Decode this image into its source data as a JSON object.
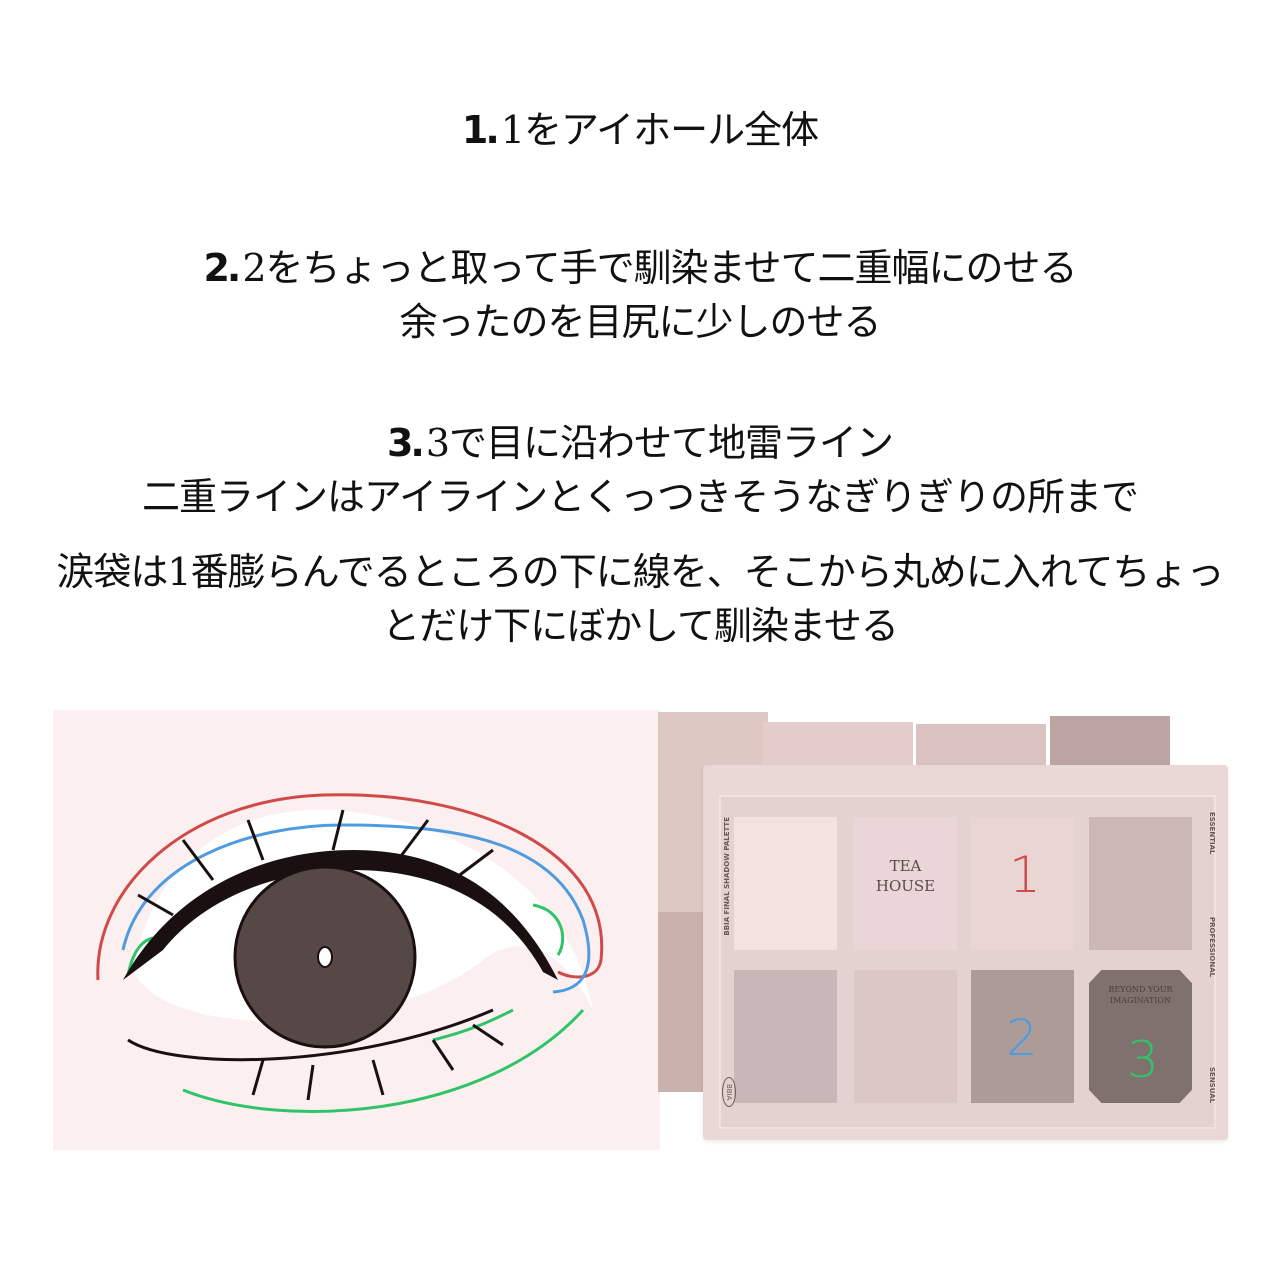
{
  "steps": [
    {
      "num": "1.",
      "lines": [
        "1をアイホール全体"
      ]
    },
    {
      "num": "2.",
      "lines": [
        "2をちょっと取って手で馴染ませて二重幅にのせる",
        "余ったのを目尻に少しのせる"
      ]
    },
    {
      "num": "3.",
      "lines": [
        "3で目に沿わせて地雷ライン",
        "二重ラインはアイラインとくっつきそうなぎりぎりの所まで",
        "涙袋は1番膨らんでるところの下に線を、そこから丸めに入れてちょっ",
        "とだけ下にぼかして馴染ませる"
      ]
    }
  ],
  "palette": {
    "brand": "BBIA",
    "side_label": "BBIA FINAL SHADOW PALETTE",
    "right_labels": [
      "ESSENTIAL",
      "PROFESSIONAL",
      "SENSUAL"
    ],
    "pan_text_1": [
      "TEA",
      "HOUSE"
    ],
    "pan_text_2": "BEYOND YOUR IMAGINATION",
    "marks": [
      {
        "label": "1",
        "color": "#d04a48"
      },
      {
        "label": "2",
        "color": "#4f9be0"
      },
      {
        "label": "3",
        "color": "#2fc46a"
      }
    ],
    "pan_colors": [
      "#f4e2de",
      "#ead6d8",
      "#ead5d5",
      "#cbb7b3",
      "#c8b6b8",
      "#dbc7c3",
      "#ad9b98",
      "#7f716e"
    ]
  },
  "eye_lines": {
    "step1": "#d04a48",
    "step2": "#4f9be0",
    "step3": "#2fc46a"
  }
}
